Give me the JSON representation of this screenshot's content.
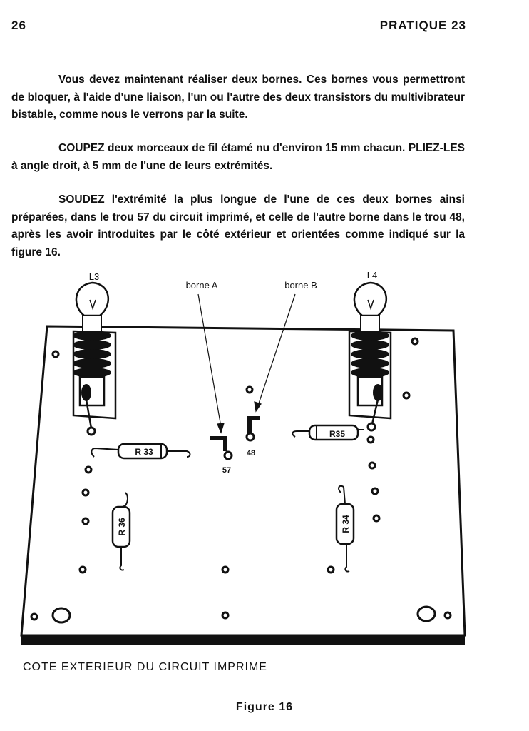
{
  "header": {
    "page_number": "26",
    "title": "PRATIQUE 23"
  },
  "body": {
    "paragraphs": [
      "Vous devez maintenant réaliser deux bornes. Ces bornes vous permettront de bloquer, à l'aide d'une liaison, l'un ou l'autre des deux transistors du multivibrateur bistable, comme nous le verrons par la suite.",
      "COUPEZ deux morceaux de fil étamé nu d'environ 15 mm chacun. PLIEZ-LES à angle droit, à 5 mm de l'une de leurs extrémités.",
      "SOUDEZ l'extrémité la plus longue de l'une de ces deux bornes ainsi préparées, dans le trou 57 du circuit imprimé, et celle de l'autre borne dans le trou 48, après les avoir introduites par le côté extérieur et orientées comme indiqué sur la figure 16."
    ]
  },
  "figure": {
    "labels": {
      "lamp_left": "L3",
      "lamp_right": "L4",
      "terminal_a": "borne A",
      "terminal_b": "borne B",
      "hole_57": "57",
      "hole_48": "48",
      "r33": "R 33",
      "r35": "R35",
      "r36": "R 36",
      "r34": "R 34"
    },
    "caption": "COTE EXTERIEUR DU CIRCUIT IMPRIME",
    "figure_label": "Figure 16"
  }
}
